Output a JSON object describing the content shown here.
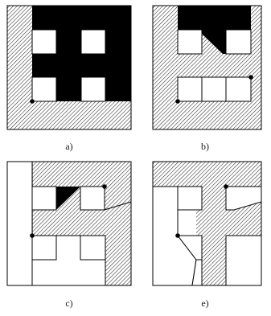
{
  "figure": {
    "panels": [
      {
        "id": "a",
        "caption": "a)"
      },
      {
        "id": "b",
        "caption": "b)"
      },
      {
        "id": "c",
        "caption": "c)"
      },
      {
        "id": "e",
        "caption": "e)"
      }
    ]
  },
  "colors": {
    "background": "#ffffff",
    "stroke": "#000000",
    "hatch": "#2b2b2b",
    "fill_black": "#000000",
    "fill_white": "#ffffff",
    "caption_text": "#222222"
  }
}
